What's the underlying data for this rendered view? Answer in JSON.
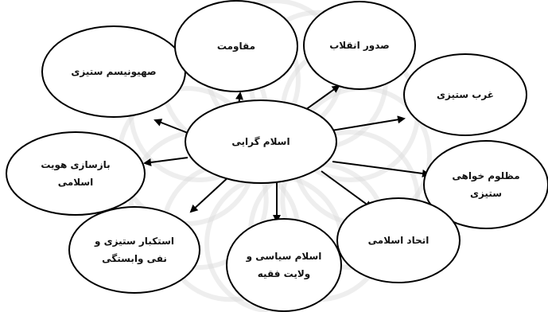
{
  "diagram": {
    "center": {
      "id": "center",
      "lines": [
        "اسلام گرایی"
      ]
    },
    "nodes": [
      {
        "id": "zionism",
        "lines": [
          "صهیونیسم ستیزی"
        ]
      },
      {
        "id": "resistance",
        "lines": [
          "مقاومت"
        ]
      },
      {
        "id": "revolution-export",
        "lines": [
          "صدور انقلاب"
        ]
      },
      {
        "id": "west-opposition",
        "lines": [
          "غرب ستیزی"
        ]
      },
      {
        "id": "oppressed-support",
        "lines": [
          "مظلوم خواهی",
          "ستیزی"
        ]
      },
      {
        "id": "islamic-unity",
        "lines": [
          "اتحاد اسلامی"
        ]
      },
      {
        "id": "political-islam",
        "lines": [
          "اسلام سیاسی و",
          "ولایت فقیه"
        ]
      },
      {
        "id": "anti-arrogance",
        "lines": [
          "استکبار ستیزی و",
          "نفی وابستگی"
        ]
      },
      {
        "id": "identity-rebuild",
        "lines": [
          "بازسازی هویت",
          "اسلامی"
        ]
      }
    ]
  },
  "colors": {
    "stroke": "#000000",
    "fill": "#ffffff",
    "watermark": "#d9d9d9"
  }
}
